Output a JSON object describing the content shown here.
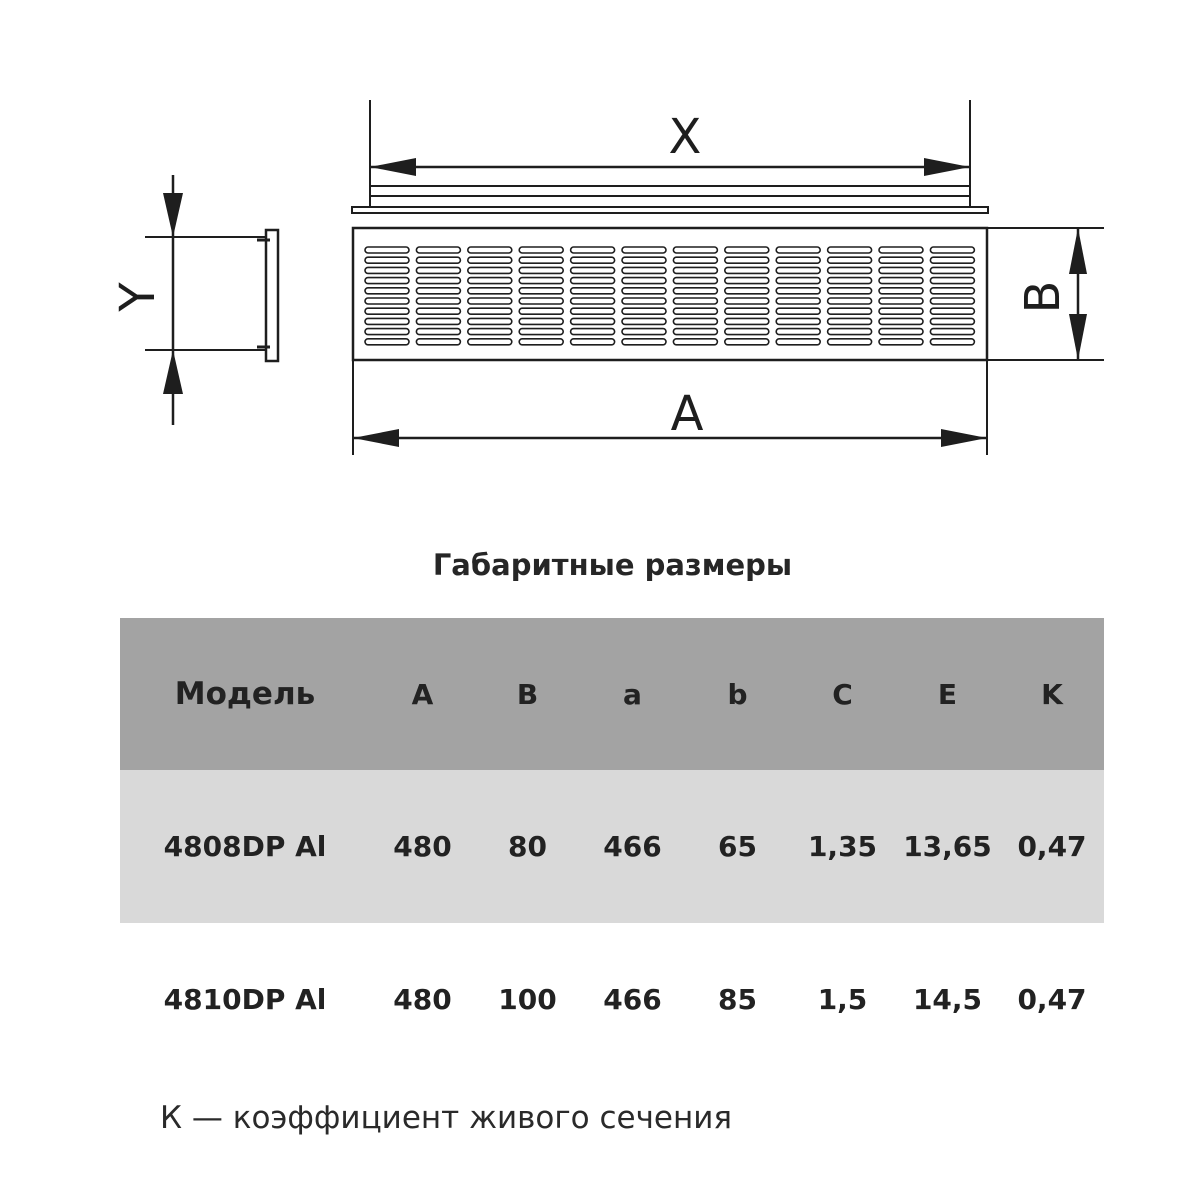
{
  "diagram": {
    "labels": {
      "x": "X",
      "y": "Y",
      "a": "A",
      "b": "B"
    }
  },
  "table": {
    "title": "Габаритные размеры",
    "columns": [
      "Модель",
      "A",
      "B",
      "a",
      "b",
      "C",
      "E",
      "K"
    ],
    "rows": [
      [
        "4808DP Al",
        "480",
        "80",
        "466",
        "65",
        "1,35",
        "13,65",
        "0,47"
      ],
      [
        "4810DP Al",
        "480",
        "100",
        "466",
        "85",
        "1,5",
        "14,5",
        "0,47"
      ]
    ]
  },
  "footnote": "К — коэффициент живого сечения",
  "colors": {
    "header_bg": "#a3a3a3",
    "row_shaded_bg": "#d9d9d9",
    "line": "#1e1e1e"
  }
}
